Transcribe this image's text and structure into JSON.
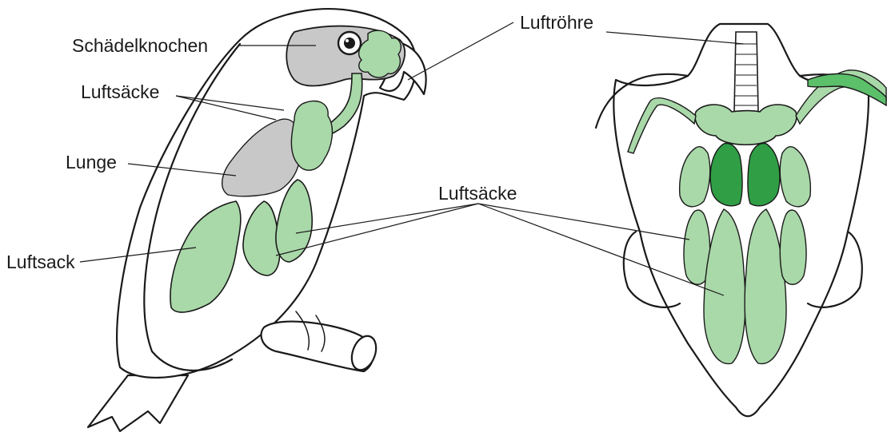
{
  "labels": {
    "skull": "Schädelknochen",
    "airsacs_upper": "Luftsäcke",
    "lung": "Lunge",
    "airsac_single": "Luftsack",
    "trachea": "Luftröhre",
    "airsacs_lower": "Luftsäcke"
  },
  "colors": {
    "airsac": "#a9d8a9",
    "airsac_dark": "#5cbf6a",
    "airsac_darker": "#2f9e45",
    "bone": "#c8c8c8",
    "outline": "#1a1a1a"
  }
}
